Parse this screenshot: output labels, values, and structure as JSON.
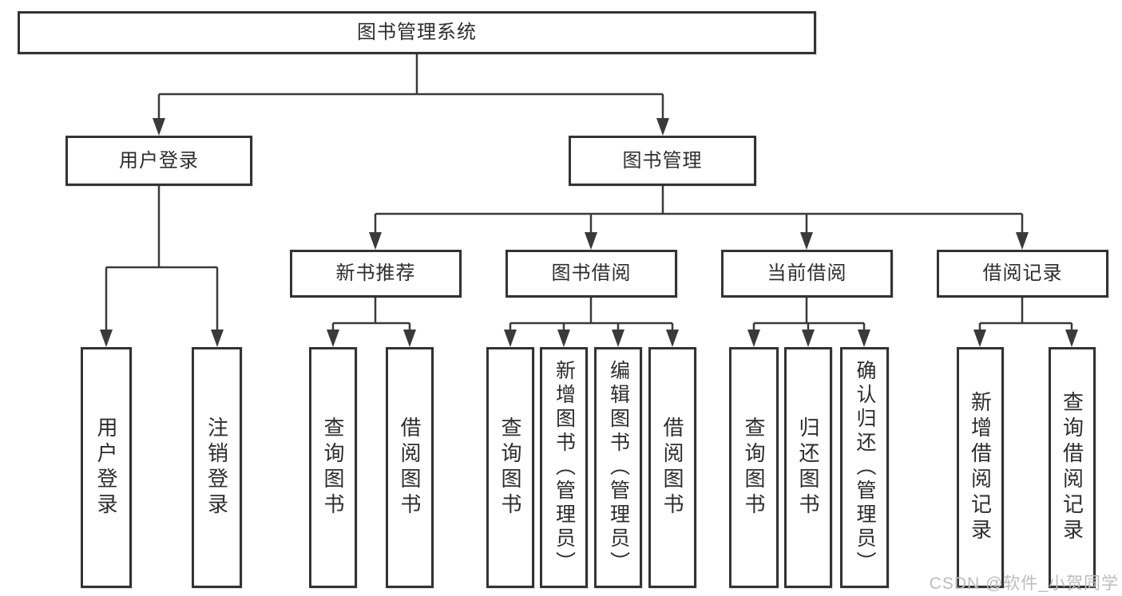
{
  "diagram": {
    "root": {
      "label": "图书管理系统"
    },
    "level2": [
      {
        "id": "user-login",
        "label": "用户登录"
      },
      {
        "id": "book-management",
        "label": "图书管理"
      }
    ],
    "level3": [
      {
        "id": "new-book-recommend",
        "label": "新书推荐"
      },
      {
        "id": "book-borrow",
        "label": "图书借阅"
      },
      {
        "id": "current-borrow",
        "label": "当前借阅"
      },
      {
        "id": "borrow-records",
        "label": "借阅记录"
      }
    ],
    "leaves": {
      "user_login": [
        {
          "label": "用户登录"
        },
        {
          "label": "注销登录"
        }
      ],
      "new_book_recommend": [
        {
          "label": "查询图书"
        },
        {
          "label": "借阅图书"
        }
      ],
      "book_borrow": [
        {
          "label": "查询图书"
        },
        {
          "label": "新增图书（管理员）"
        },
        {
          "label": "编辑图书（管理员）"
        },
        {
          "label": "借阅图书"
        }
      ],
      "current_borrow": [
        {
          "label": "查询图书"
        },
        {
          "label": "归还图书"
        },
        {
          "label": "确认归还（管理员）"
        }
      ],
      "borrow_records": [
        {
          "label": "新增借阅记录"
        },
        {
          "label": "查询借阅记录"
        }
      ]
    }
  },
  "watermark": {
    "text": "CSDN @软件_小贺同学"
  },
  "colors": {
    "line": "#3a3a3a",
    "box_border": "#333333",
    "box_fill": "#ffffff",
    "text": "#2d2d2d",
    "watermark": "#bcbcc0",
    "background": "#ffffff"
  }
}
